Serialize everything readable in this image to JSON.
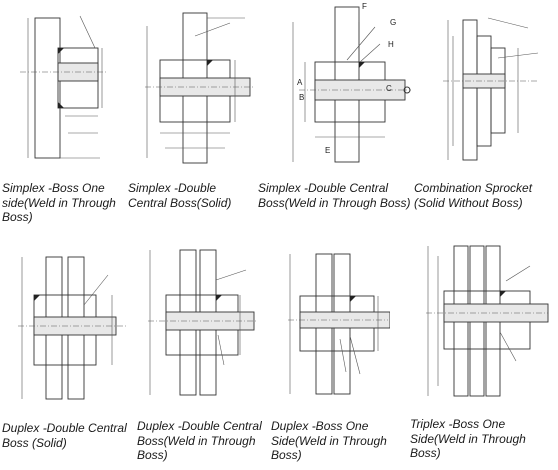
{
  "captions": [
    {
      "id": "simplex-boss-one-side",
      "text": "Simplex -Boss One side(Weld in Through Boss)"
    },
    {
      "id": "simplex-double-central-solid",
      "text": "Simplex -Double Central Boss(Solid)"
    },
    {
      "id": "simplex-double-central-weld",
      "text": "Simplex -Double Central Boss(Weld in Through Boss)"
    },
    {
      "id": "combination-sprocket",
      "text": "Combination Sprocket (Solid Without Boss)"
    },
    {
      "id": "duplex-double-central-solid",
      "text": "Duplex -Double Central Boss (Solid)"
    },
    {
      "id": "duplex-double-central-weld",
      "text": "Duplex -Double Central Boss(Weld in Through Boss)"
    },
    {
      "id": "duplex-boss-one-side",
      "text": "Duplex -Boss One Side(Weld in Through Boss)"
    },
    {
      "id": "triplex-boss-one-side",
      "text": "Triplex -Boss One Side(Weld in Through Boss)"
    }
  ],
  "dimension_labels": {
    "A": "A",
    "B": "B",
    "C": "C",
    "E": "E",
    "F": "F",
    "G": "G",
    "H": "H"
  }
}
